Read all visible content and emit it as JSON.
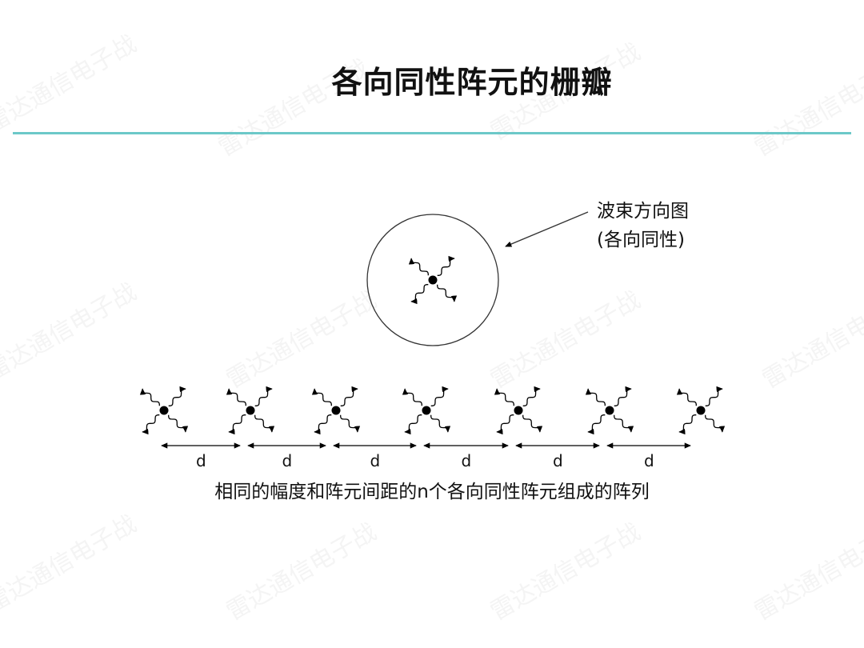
{
  "title": "各向同性阵元的栅瓣",
  "accent_color": "#6cc8c8",
  "watermark": "雷达通信电子战",
  "pattern_label": {
    "line1": "波束方向图",
    "line2": "(各向同性)"
  },
  "spacing_label": "d",
  "element_count": 7,
  "caption": "相同的幅度和阵元间距的n个各向同性阵元组成的阵列"
}
